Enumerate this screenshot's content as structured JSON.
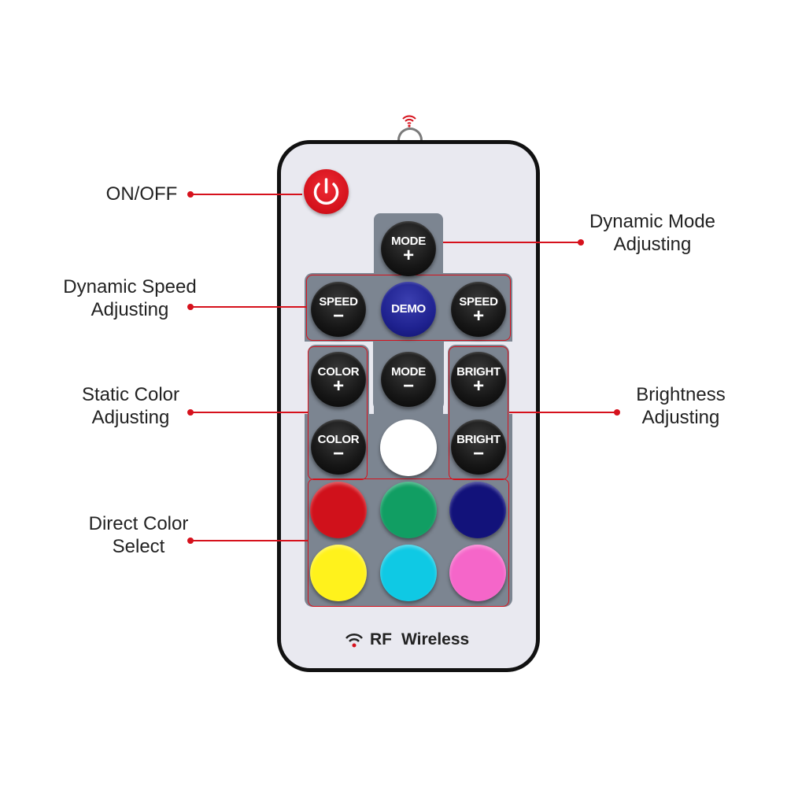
{
  "labels": {
    "on_off": "ON/OFF",
    "dynamic_speed_1": "Dynamic  Speed",
    "dynamic_speed_2": "Adjusting",
    "static_color_1": "Static  Color",
    "static_color_2": "Adjusting",
    "direct_color_1": "Direct Color",
    "direct_color_2": "Select",
    "dynamic_mode_1": "Dynamic  Mode",
    "dynamic_mode_2": "Adjusting",
    "brightness_1": "Brightness",
    "brightness_2": "Adjusting"
  },
  "buttons": {
    "mode_plus": {
      "label": "MODE",
      "symbol": "+"
    },
    "speed_minus": {
      "label": "SPEED",
      "symbol": "−"
    },
    "demo": {
      "label": "DEMO"
    },
    "speed_plus": {
      "label": "SPEED",
      "symbol": "+"
    },
    "color_plus": {
      "label": "COLOR",
      "symbol": "+"
    },
    "mode_minus": {
      "label": "MODE",
      "symbol": "−"
    },
    "bright_plus": {
      "label": "BRIGHT",
      "symbol": "+"
    },
    "color_minus": {
      "label": "COLOR",
      "symbol": "−"
    },
    "bright_minus": {
      "label": "BRIGHT",
      "symbol": "−"
    }
  },
  "colors": {
    "white": "#ffffff",
    "red": "#d0111b",
    "green": "#119e63",
    "blue": "#12127a",
    "yellow": "#fff21c",
    "cyan": "#0fc9e4",
    "pink": "#f566c9",
    "accent": "#d6111c"
  },
  "footer": {
    "rf": "RF",
    "wireless": "Wireless"
  },
  "icons": {
    "power": "power-icon",
    "wireless": "wireless-signal-icon"
  }
}
